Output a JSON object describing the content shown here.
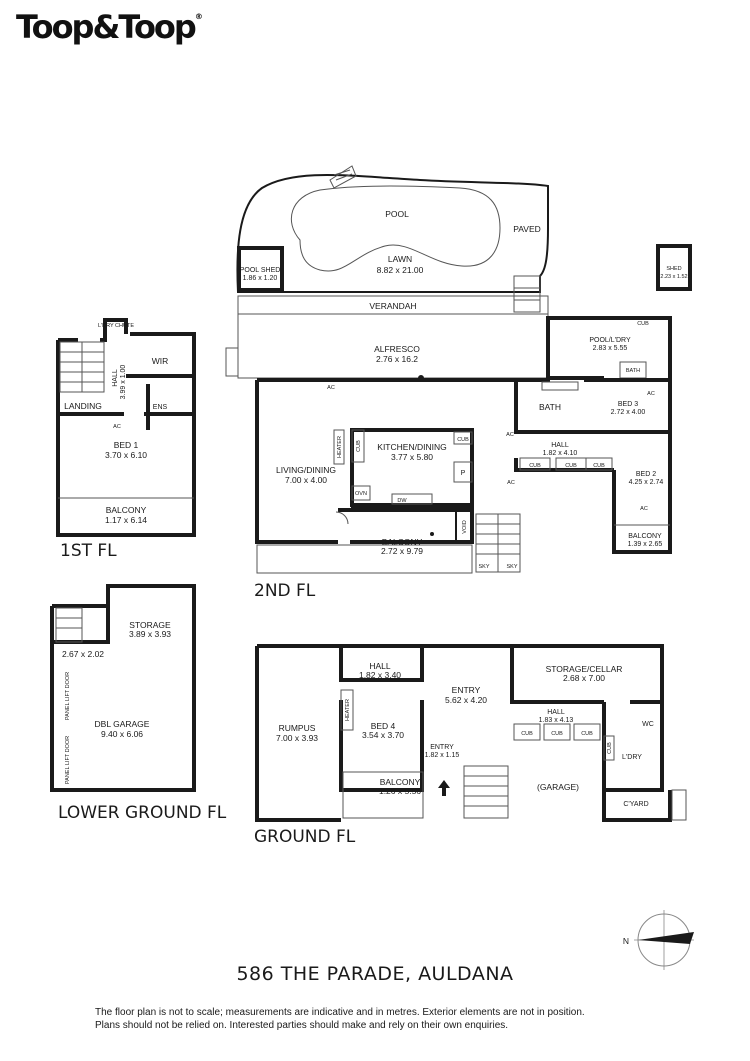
{
  "brand": {
    "logo": "Toop&Toop",
    "registered_mark": "®"
  },
  "floors": {
    "first": "1ST FL",
    "second": "2ND FL",
    "lower_ground": "LOWER GROUND FL",
    "ground": "GROUND FL"
  },
  "rooms": {
    "pool": "POOL",
    "paved": "PAVED",
    "lawn": "LAWN",
    "lawn_dim": "8.82 x 21.00",
    "pool_shed": "POOL SHED",
    "pool_shed_dim": "1.86 x 1.20",
    "shed": "SHED",
    "shed_dim": "2.23 x 1.52",
    "verandah": "VERANDAH",
    "alfresco": "ALFRESCO",
    "alfresco_dim": "2.76 x 16.2",
    "pool_ldry": "POOL/L'DRY",
    "pool_ldry_dim": "2.83 x 5.55",
    "cub": "CUB",
    "bath": "BATH",
    "bed3": "BED 3",
    "bed3_dim": "2.72 x 4.00",
    "ac": "AC",
    "hall": "HALL",
    "hall2_dim": "1.82 x 4.10",
    "bed2": "BED 2",
    "bed2_dim": "4.25 x 2.74",
    "balcony": "BALCONY",
    "balcony_bed2_dim": "1.39 x 2.65",
    "living_dining": "LIVING/DINING",
    "living_dining_dim": "7.00 x 4.00",
    "kitchen_dining": "KITCHEN/DINING",
    "kitchen_dining_dim": "3.77 x 5.80",
    "heater": "HEATER",
    "ovn": "OVN",
    "dw": "DW",
    "p": "P",
    "void": "VOID",
    "balcony_2nd_dim": "2.72 x 9.79",
    "sky": "SKY",
    "ldry_chute": "L'DRY CHUTE",
    "wir": "WIR",
    "ens": "ENS",
    "hall_1st_dim": "3.99 x 1.00",
    "landing": "LANDING",
    "bed1": "BED 1",
    "bed1_dim": "3.70 x 6.10",
    "balcony_1st_dim": "1.17 x 6.14",
    "storage": "STORAGE",
    "storage_dim": "3.89 x 3.93",
    "storage_small_dim": "2.67 x 2.02",
    "panel_lift_door": "PANEL LIFT DOOR",
    "dbl_garage": "DBL GARAGE",
    "dbl_garage_dim": "9.40 x 6.06",
    "rumpus": "RUMPUS",
    "rumpus_dim": "7.00 x 3.93",
    "hall_ground_dim": "1.82 x 3.40",
    "entry": "ENTRY",
    "entry_dim": "5.62 x 4.20",
    "entry_small_dim": "1.82 x 1.15",
    "bed4": "BED 4",
    "bed4_dim": "3.54 x 3.70",
    "balcony_ground_dim": "1.26 x 5.56",
    "storage_cellar": "STORAGE/CELLAR",
    "storage_cellar_dim": "2.68 x 7.00",
    "hall_ground2_dim": "1.83 x 4.13",
    "wc": "WC",
    "ldry": "L'DRY",
    "garage": "(GARAGE)",
    "cyard": "C'YARD"
  },
  "compass": {
    "north": "N"
  },
  "address": "586 THE PARADE, AULDANA",
  "disclaimer": {
    "line1": "The floor plan is not to scale; measurements are indicative and in metres. Exterior elements are not in position.",
    "line2": "Plans should not be relied on. Interested parties should make and rely on their own enquiries."
  }
}
